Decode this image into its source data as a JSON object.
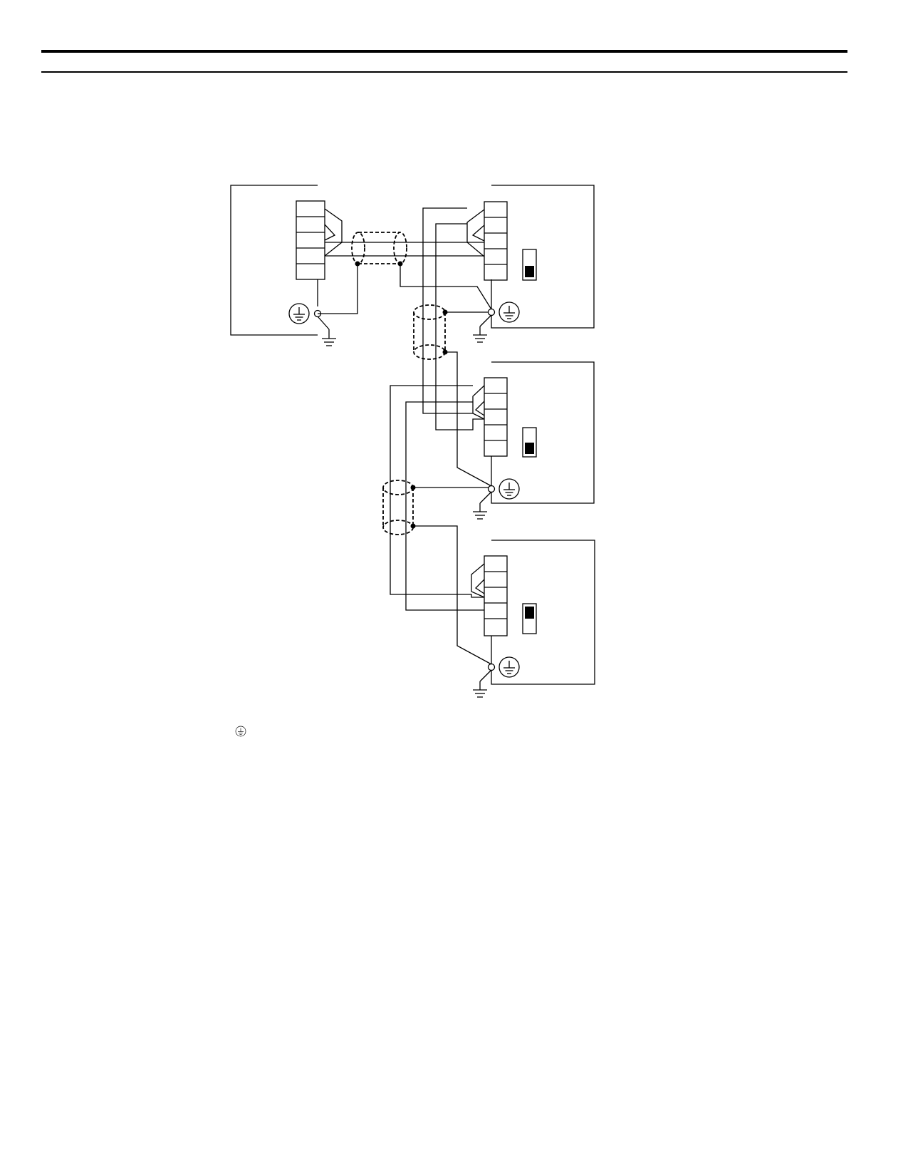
{
  "page": {
    "background": "#ffffff",
    "line_color": "#000000"
  },
  "diagram": {
    "master_device": {
      "terminal_block_positions": 5
    },
    "slave_devices": [
      {
        "terminal_block_positions": 5,
        "dip_switch_state": "lower"
      },
      {
        "terminal_block_positions": 5,
        "dip_switch_state": "lower"
      },
      {
        "terminal_block_positions": 5,
        "dip_switch_state": "upper"
      }
    ],
    "shielded_cable_count": 3,
    "ground_symbol_icon": "protective-earth-icon",
    "legend_symbol_icon": "protective-earth-icon"
  }
}
